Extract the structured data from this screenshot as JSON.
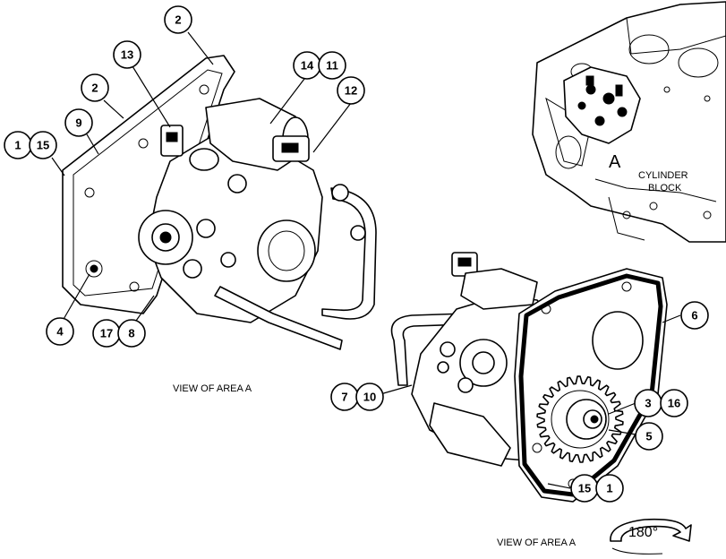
{
  "labels": {
    "view_left": "VIEW OF AREA A",
    "view_right": "VIEW OF AREA A",
    "area": "A",
    "block_line1": "CYLINDER",
    "block_line2": "BLOCK",
    "rotation": "180°"
  },
  "callouts_left": {
    "c2_top": "2",
    "c13": "13",
    "c14": "14",
    "c11": "11",
    "c12": "12",
    "c2_mid": "2",
    "c9": "9",
    "c1": "1",
    "c15": "15",
    "c4": "4",
    "c17": "17",
    "c8": "8"
  },
  "callouts_right": {
    "c6": "6",
    "c7": "7",
    "c10": "10",
    "c3": "3",
    "c16": "16",
    "c5": "5",
    "c15": "15",
    "c1": "1"
  }
}
